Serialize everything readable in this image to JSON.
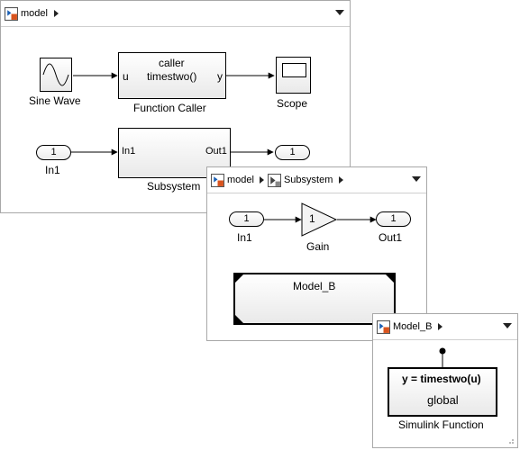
{
  "windows": {
    "main": {
      "breadcrumb": [
        "model"
      ],
      "blocks": {
        "sine_wave": "Sine Wave",
        "caller_line1": "caller",
        "caller_line2": "timestwo()",
        "caller_port_in": "u",
        "caller_port_out": "y",
        "function_caller": "Function Caller",
        "scope": "Scope",
        "in1_port": "1",
        "in1": "In1",
        "subsystem_in": "In1",
        "subsystem_out": "Out1",
        "subsystem": "Subsystem",
        "out1_port": "1"
      }
    },
    "subsystem": {
      "breadcrumb": [
        "model",
        "Subsystem"
      ],
      "blocks": {
        "in1_port": "1",
        "in1": "In1",
        "gain_value": "1",
        "gain": "Gain",
        "out1_port": "1",
        "out1": "Out1",
        "model_b": "Model_B"
      }
    },
    "model_b": {
      "breadcrumb": [
        "Model_B"
      ],
      "blocks": {
        "func_signature": "y = timestwo(u)",
        "func_scope": "global",
        "simulink_function": "Simulink Function"
      }
    }
  },
  "colors": {
    "window_border": "#a8a8a8",
    "block_fill_top": "#ffffff",
    "block_fill_bottom": "#e9e9e9"
  }
}
